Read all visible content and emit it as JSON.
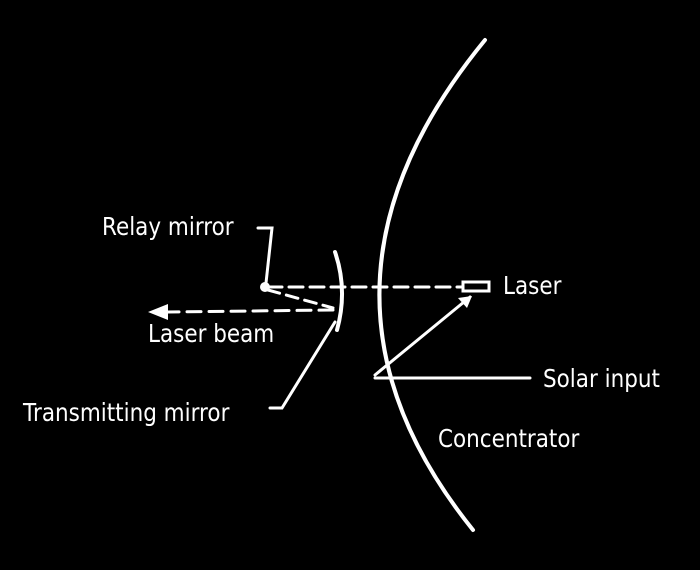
{
  "diagram": {
    "labels": {
      "relay_mirror": "Relay mirror",
      "laser": "Laser",
      "laser_beam": "Laser beam",
      "solar_input": "Solar input",
      "transmitting_mirror": "Transmitting mirror",
      "concentrator": "Concentrator"
    },
    "colors": {
      "background": "#000000",
      "foreground": "#ffffff"
    }
  }
}
